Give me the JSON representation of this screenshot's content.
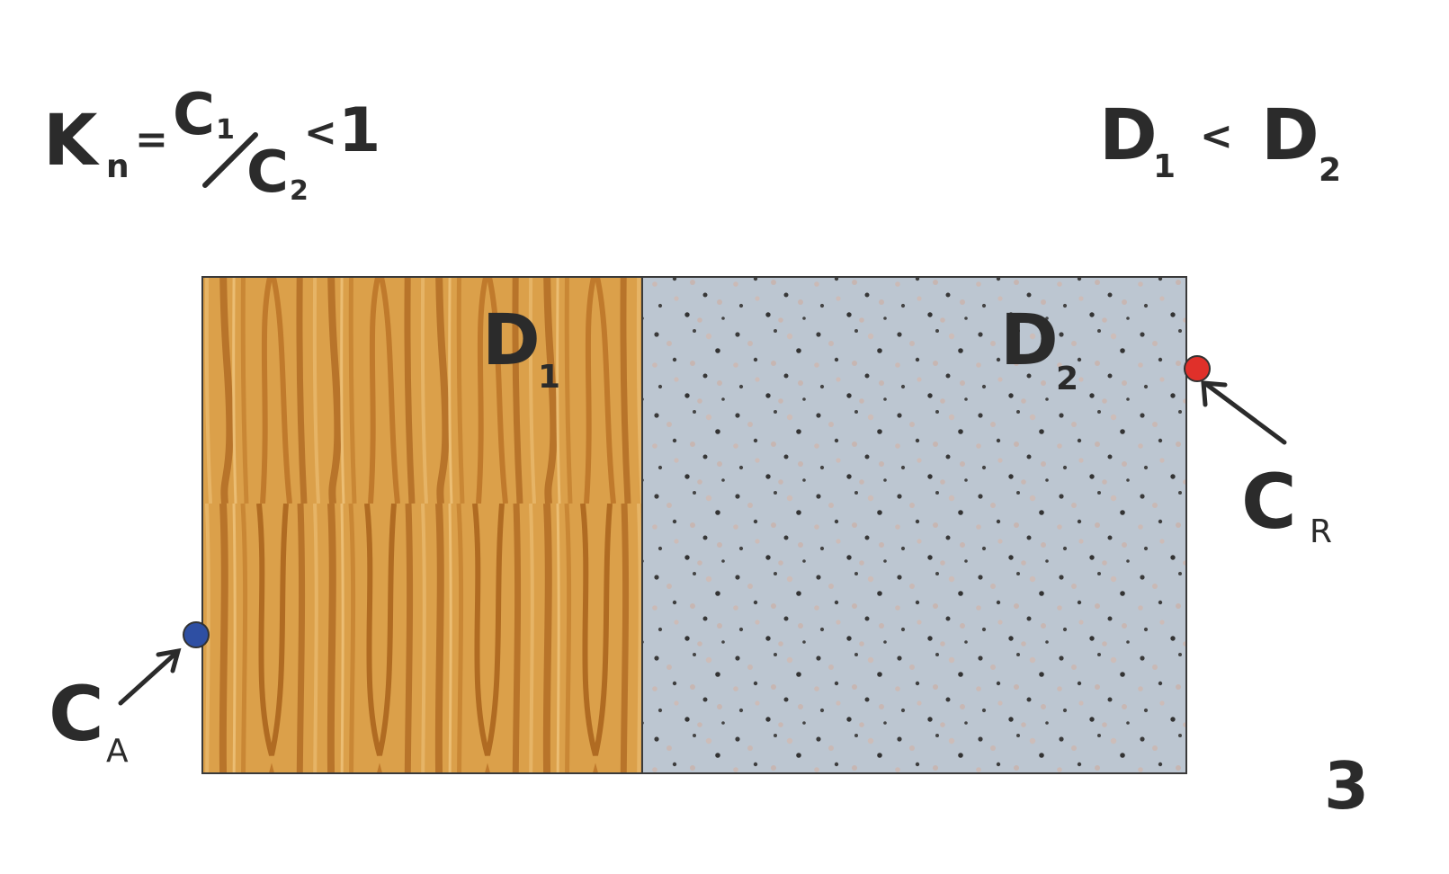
{
  "formula": {
    "k": "K",
    "k_sub": "n",
    "equals": "=",
    "c1": "C",
    "c1_sub": "1",
    "c2": "C",
    "c2_sub": "2",
    "relation": "<",
    "one": "1"
  },
  "comparison": {
    "d1": "D",
    "d1_sub": "1",
    "relation": "<",
    "d2": "D",
    "d2_sub": "2"
  },
  "layers": {
    "left": {
      "label": "D",
      "sub": "1",
      "texture": "wood",
      "color": "#d89a3e"
    },
    "right": {
      "label": "D",
      "sub": "2",
      "texture": "speckled-concrete",
      "color": "#bcc6d1"
    }
  },
  "points": {
    "a": {
      "label": "C",
      "sub": "A",
      "color": "#2e4fa3"
    },
    "r": {
      "label": "C",
      "sub": "R",
      "color": "#e0302a"
    }
  },
  "figure_number": "3"
}
